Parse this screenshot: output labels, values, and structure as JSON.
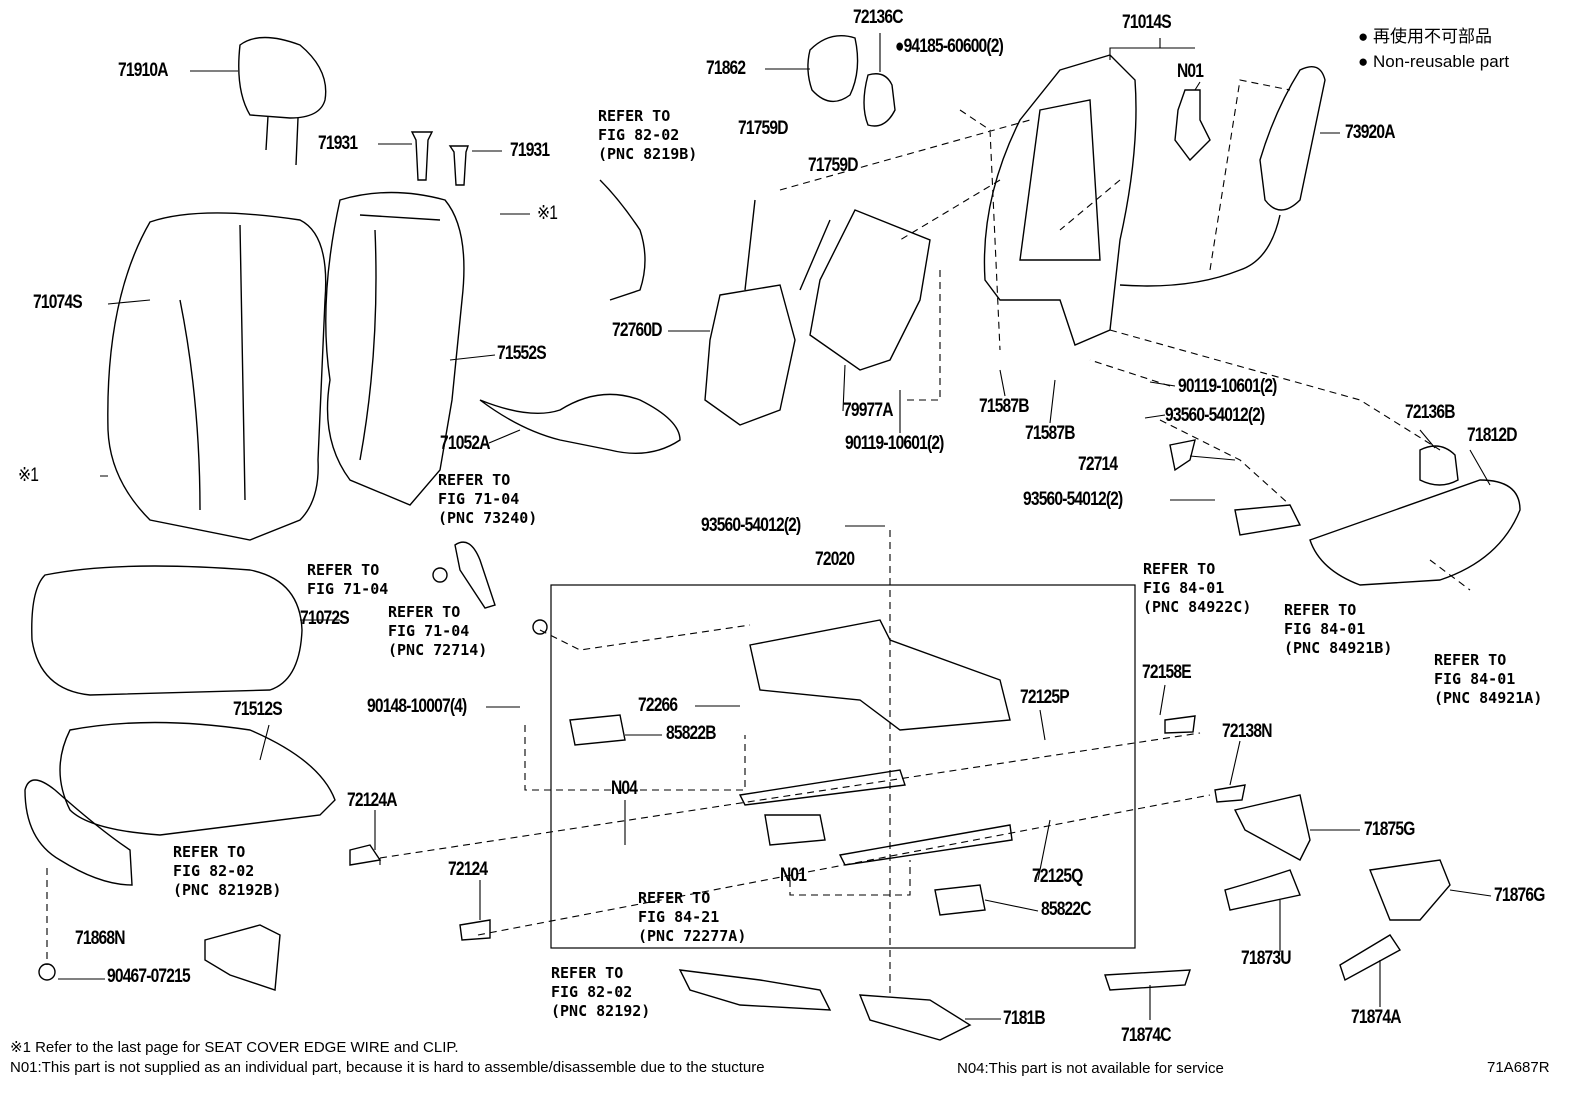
{
  "legend": {
    "marker": "●",
    "jp": "再使用不可部品",
    "en": "Non-reusable part"
  },
  "labels": {
    "p71910A": "71910A",
    "p71931a": "71931",
    "p71931b": "71931",
    "note1a": "※1",
    "p71074S": "71074S",
    "p71552S": "71552S",
    "note1b": "※1",
    "p71862": "71862",
    "p72136C": "72136C",
    "p94185": "●94185-60600(2)",
    "p71014S": "71014S",
    "n01top": "N01",
    "p73920A": "73920A",
    "p71759Da": "71759D",
    "p71759Db": "71759D",
    "p72760D": "72760D",
    "p79977A": "79977A",
    "p90119a": "90119-10601(2)",
    "p71587Ba": "71587B",
    "p71587Bb": "71587B",
    "p90119b": "90119-10601(2)",
    "p93560a": "93560-54012(2)",
    "p72136B": "72136B",
    "p71812D": "71812D",
    "p72714": "72714",
    "p93560b": "93560-54012(2)",
    "p71052A": "71052A",
    "p93560c": "93560-54012(2)",
    "p72020": "72020",
    "p71072S": "71072S",
    "p90148": "90148-10007(4)",
    "p71512S": "71512S",
    "p72266": "72266",
    "p85822B": "85822B",
    "p72125P": "72125P",
    "p72158E": "72158E",
    "p72138N": "72138N",
    "p72124A": "72124A",
    "n04": "N04",
    "p71875G": "71875G",
    "p72124": "72124",
    "n01mid": "N01",
    "p72125Q": "72125Q",
    "p85822C": "85822C",
    "p71876G": "71876G",
    "p71868N": "71868N",
    "p71873U": "71873U",
    "p90467": "90467-07215",
    "p7181B": "7181B",
    "p71874C": "71874C",
    "p71874A": "71874A"
  },
  "refs": {
    "r8219B": "REFER TO\nFIG 82-02\n(PNC 8219B)",
    "r73240": "REFER TO\nFIG 71-04\n(PNC 73240)",
    "r7104": "REFER TO\nFIG 71-04",
    "r72714": "REFER TO\nFIG 71-04\n(PNC 72714)",
    "r84922C": "REFER TO\nFIG 84-01\n(PNC 84922C)",
    "r84921B": "REFER TO\nFIG 84-01\n(PNC 84921B)",
    "r84921A": "REFER TO\nFIG 84-01\n(PNC 84921A)",
    "r82192B": "REFER TO\nFIG 82-02\n(PNC 82192B)",
    "r72277A": "REFER TO\nFIG 84-21\n(PNC 72277A)",
    "r82192": "REFER TO\nFIG 82-02\n(PNC 82192)"
  },
  "footnotes": {
    "n1": "※1 Refer to the last page for SEAT COVER EDGE WIRE and CLIP.",
    "n01": "N01:This part is not supplied as an individual part, because it is hard to assemble/disassemble due to the stucture",
    "n04": "N04:This part is not available for service",
    "code": "71A687R"
  }
}
